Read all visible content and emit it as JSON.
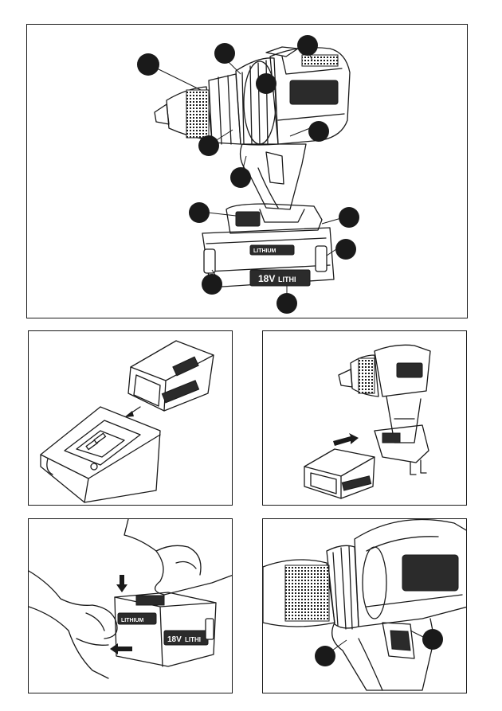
{
  "battery_text": {
    "voltage": "18V",
    "chemistry": "LITHI",
    "label": "LITHIUM"
  },
  "colors": {
    "ink": "#1a1a1a",
    "paper": "#ffffff"
  },
  "figures": [
    {
      "id": "fig1",
      "content": "drill-with-callouts"
    },
    {
      "id": "fig2",
      "content": "battery-and-charger"
    },
    {
      "id": "fig3",
      "content": "attach-battery-to-drill"
    },
    {
      "id": "fig4",
      "content": "remove-battery-by-hand"
    },
    {
      "id": "fig5",
      "content": "drill-closeup-with-callouts"
    }
  ]
}
